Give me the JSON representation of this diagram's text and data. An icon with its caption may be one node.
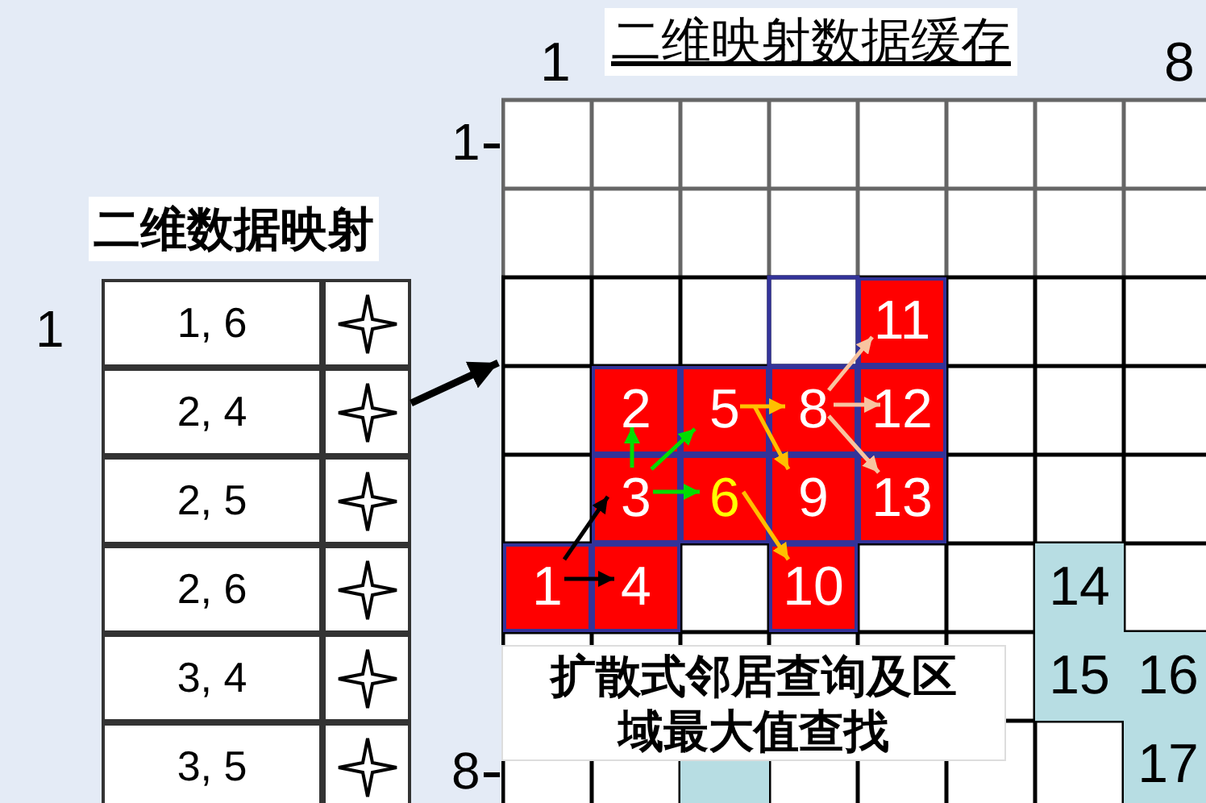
{
  "diagram": {
    "nodes": [
      {
        "text": [
          "二维数据映射"
        ],
        "beside": [
          "1"
        ]
      },
      {
        "text": [
          "二维映射数据缓存"
        ]
      },
      {
        "text": [
          "1"
        ],
        "in": 1
      },
      {
        "text": [
          "2"
        ],
        "in": 1
      },
      {
        "text": [
          "3"
        ],
        "in": 1
      },
      {
        "text": [
          "4"
        ],
        "in": 1
      },
      {
        "text": [
          "5"
        ],
        "in": 1
      },
      {
        "text": [
          "6"
        ],
        "in": 1
      },
      {
        "text": [],
        "shape": "box",
        "in": 1
      },
      {
        "text": [
          "8"
        ],
        "in": 1
      },
      {
        "text": [
          "9"
        ],
        "in": 1
      },
      {
        "text": [
          "10"
        ],
        "in": 1
      },
      {
        "text": [
          "11"
        ],
        "in": 1
      },
      {
        "text": [
          "12"
        ],
        "in": 1
      },
      {
        "text": [
          "13"
        ],
        "in": 1
      },
      {
        "text": [
          "14"
        ],
        "in": 1
      },
      {
        "text": [
          "15"
        ],
        "in": 1
      },
      {
        "text": [
          "16"
        ],
        "in": 1
      },
      {
        "text": [
          "17"
        ],
        "in": 1
      },
      {
        "text": [
          "扩散式邻居查询及区域最大值查找"
        ],
        "in": 1
      }
    ],
    "edges": [
      {
        "from": 0,
        "to": 1,
        "arrow": "to",
        "style": "thick"
      },
      {
        "from": 2,
        "to": 4,
        "arrow": "to"
      },
      {
        "from": 2,
        "to": 5,
        "arrow": "to"
      },
      {
        "from": 4,
        "to": 3,
        "arrow": "to",
        "color": "#00dd00"
      },
      {
        "from": 4,
        "to": 6,
        "arrow": "to",
        "color": "#00dd00"
      },
      {
        "from": 4,
        "to": 7,
        "arrow": "to",
        "color": "#00dd00"
      },
      {
        "from": 6,
        "to": 9,
        "arrow": "to",
        "color": "#ffc000"
      },
      {
        "from": 6,
        "to": 10,
        "arrow": "to",
        "color": "#ffc000"
      },
      {
        "from": 7,
        "to": 11,
        "arrow": "to",
        "color": "#ffc000"
      },
      {
        "from": 9,
        "to": 12,
        "arrow": "to",
        "color": "#f8c4a0"
      },
      {
        "from": 9,
        "to": 13,
        "arrow": "to",
        "color": "#f8c4a0"
      },
      {
        "from": 9,
        "to": 14,
        "arrow": "to",
        "color": "#f8c4a0"
      }
    ],
    "labels": [
      "1",
      "8",
      "1",
      "1, 6",
      "2, 4",
      "2, 5",
      "2, 6",
      "3, 4",
      "3, 5",
      "8"
    ]
  }
}
